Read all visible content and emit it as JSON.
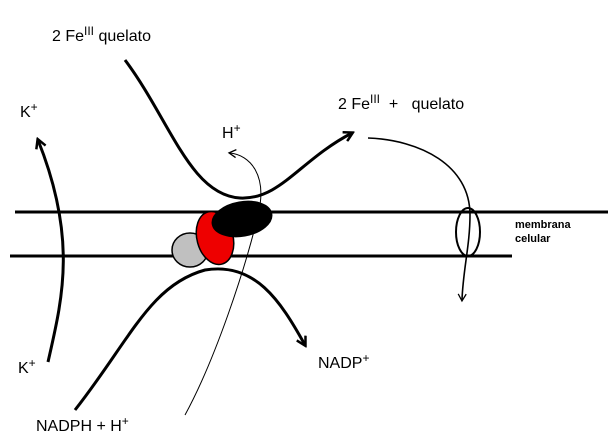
{
  "labels": {
    "fe_chelate": {
      "main": "2 Fe",
      "sup": "III",
      "tail": " quelato"
    },
    "k_top": {
      "main": "K",
      "sup": "+"
    },
    "h_top": {
      "main": "H",
      "sup": "+"
    },
    "fe_free": {
      "main": "2 Fe",
      "sup": "III",
      "tail": "  +   quelato"
    },
    "membrane": {
      "line1": "membrana",
      "line2": "celular"
    },
    "k_bottom": {
      "main": "K",
      "sup": "+"
    },
    "nadp": {
      "main": "NADP",
      "sup": "+"
    },
    "nadph": {
      "main": "NADPH + H",
      "sup": "+"
    }
  },
  "colors": {
    "protein_black": "#000000",
    "protein_red": "#ee0000",
    "protein_gray": "#c0c0c0"
  }
}
